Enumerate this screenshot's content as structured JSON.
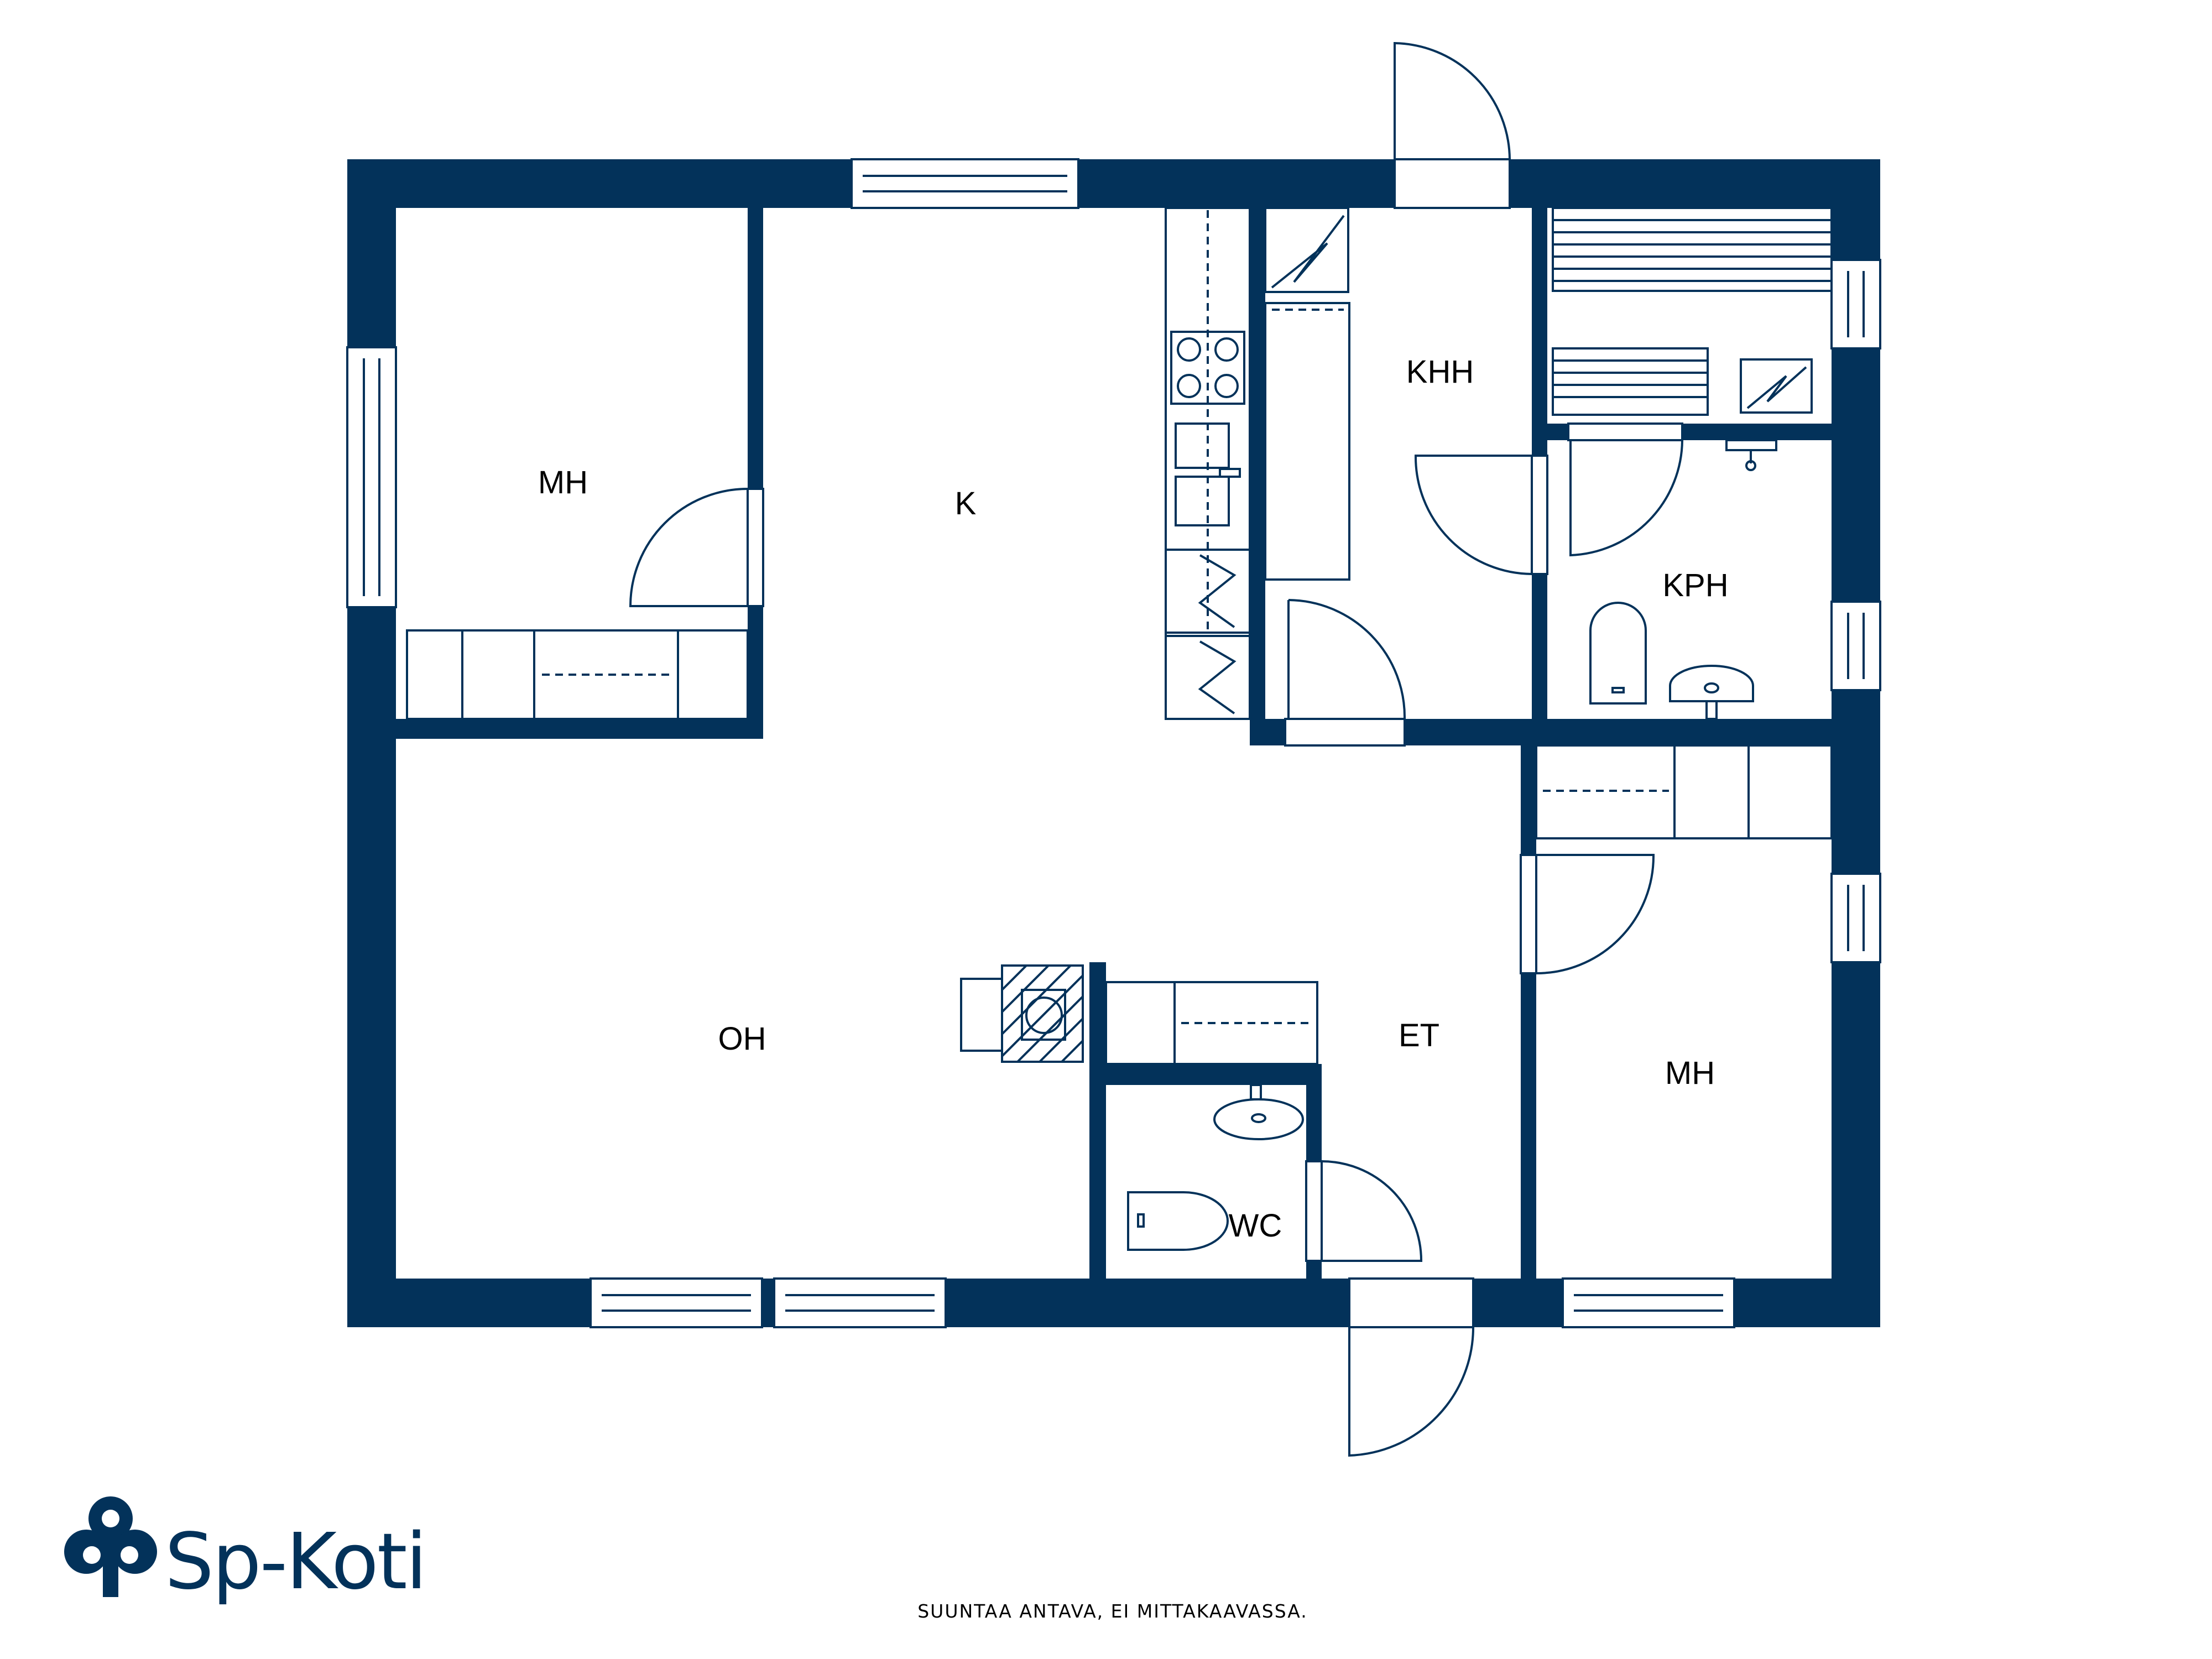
{
  "floor_plan": {
    "rooms": {
      "mh_left": "MH",
      "kitchen": "K",
      "utility": "KHH",
      "bathroom": "KPH",
      "living": "OH",
      "entry": "ET",
      "wc": "WC",
      "mh_right": "MH"
    },
    "note": "SUUNTAA ANTAVA, EI MITTAKAAVASSA.",
    "colors": {
      "wall": "#03325a",
      "background": "#ffffff",
      "text": "#000000"
    }
  },
  "branding": {
    "logo_text": "Sp-Koti",
    "logo_icon": "oak-tree-icon"
  }
}
